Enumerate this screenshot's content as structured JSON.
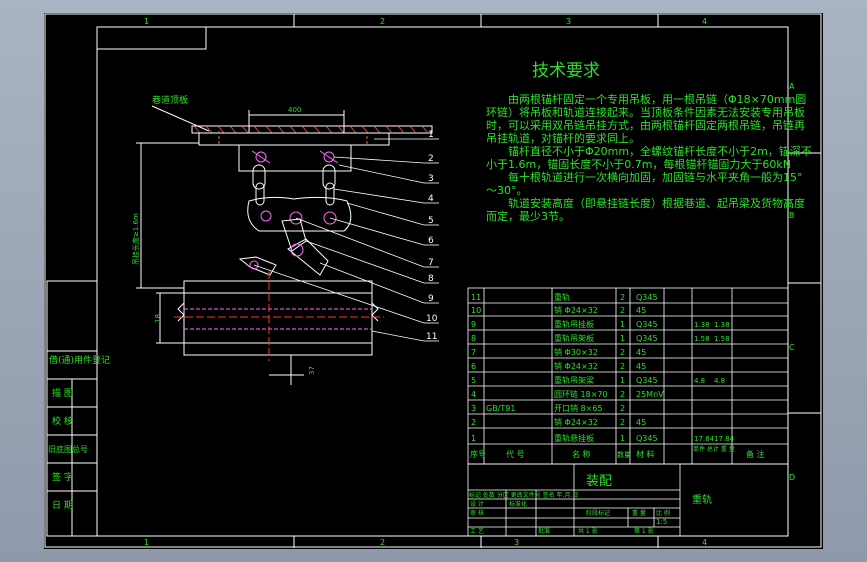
{
  "colors": {
    "background": "#000000",
    "frame": "#ffffff",
    "text": "#2be02b",
    "part_outline": "#ffffff",
    "center_line": "#ff3030",
    "hidden_line": "#ff66ff",
    "leader": "#ffffff"
  },
  "zones": {
    "top": [
      "1",
      "2",
      "3",
      "4"
    ],
    "bottom": [
      "1",
      "2",
      "3",
      "4"
    ],
    "right": [
      "A",
      "B",
      "C",
      "D"
    ]
  },
  "drawing": {
    "label_ceiling": "巷道顶板",
    "dim_width": "400",
    "dim_height": "吊挂长度≥1.6m",
    "dim_rail": "18",
    "dim_small": "37",
    "balloons": [
      "1",
      "2",
      "3",
      "4",
      "5",
      "6",
      "7",
      "8",
      "9",
      "10",
      "11"
    ]
  },
  "tech": {
    "title": "技术要求",
    "paragraphs": [
      "由两根锚杆固定一个专用吊板，用一根吊链（Φ18×70mm圆环链）将吊板和轨道连接起来。当顶板条件因素无法安装专用吊板时，可以采用双吊链吊挂方式，由两根锚杆固定两根吊链，吊链再吊挂轨道，对锚杆的要求同上。",
      "锚杆直径不小于Φ20mm，全螺纹锚杆长度不小于2m，锚深不小于1.6m，锚固长度不小于0.7m，每根锚杆锚固力大于60kN",
      "每十根轨道进行一次横向加固，加固链与水平夹角一般为15°～30°。",
      "轨道安装高度（即悬挂链长度）根据巷道、起吊梁及货物高度而定，最少3节。"
    ]
  },
  "left_block": [
    "借(通)用件登记",
    "描 图",
    "校 核",
    "旧底图总号",
    "签 字",
    "日 期"
  ],
  "bom": {
    "rows": [
      {
        "no": "11",
        "code": "",
        "name": "重轨",
        "qty": "2",
        "mat": "Q345",
        "w1": "",
        "w2": "",
        "note": ""
      },
      {
        "no": "10",
        "code": "",
        "name": "销 Φ24×32",
        "qty": "2",
        "mat": "45",
        "w1": "",
        "w2": "",
        "note": ""
      },
      {
        "no": "9",
        "code": "",
        "name": "重轨吊挂板",
        "qty": "1",
        "mat": "Q345",
        "w1": "1.38",
        "w2": "1.38",
        "note": ""
      },
      {
        "no": "8",
        "code": "",
        "name": "重轨吊架板",
        "qty": "1",
        "mat": "Q345",
        "w1": "1.58",
        "w2": "1.58",
        "note": ""
      },
      {
        "no": "7",
        "code": "",
        "name": "销 Φ30×32",
        "qty": "2",
        "mat": "45",
        "w1": "",
        "w2": "",
        "note": ""
      },
      {
        "no": "6",
        "code": "",
        "name": "销 Φ24×32",
        "qty": "2",
        "mat": "45",
        "w1": "",
        "w2": "",
        "note": ""
      },
      {
        "no": "5",
        "code": "",
        "name": "重轨吊架梁",
        "qty": "1",
        "mat": "Q345",
        "w1": "4.8",
        "w2": "4.8",
        "note": ""
      },
      {
        "no": "4",
        "code": "",
        "name": "圆环链 18×70",
        "qty": "2",
        "mat": "25MnV",
        "w1": "",
        "w2": "",
        "note": ""
      },
      {
        "no": "3",
        "code": "GB/T91",
        "name": "开口销 8×65",
        "qty": "2",
        "mat": "",
        "w1": "",
        "w2": "",
        "note": ""
      },
      {
        "no": "2",
        "code": "",
        "name": "销 Φ24×32",
        "qty": "2",
        "mat": "45",
        "w1": "",
        "w2": "",
        "note": ""
      },
      {
        "no": "1",
        "code": "",
        "name": "重轨悬挂板",
        "qty": "1",
        "mat": "Q345",
        "w1": "17.84",
        "w2": "17.84",
        "note": ""
      }
    ],
    "header": {
      "no": "序号",
      "code": "代 号",
      "name": "名 称",
      "qty": "数量",
      "mat": "材 料",
      "weight": "单件 总计 重 量",
      "note": "备 注"
    }
  },
  "title_block": {
    "title": "装配",
    "drawing_name": "重轨",
    "row_labels": "标记 处数 分区 更改文件号 签名 年.月.日",
    "design": "设 计",
    "standard": "标准化",
    "check": "审 核",
    "process": "工 艺",
    "approve": "批准",
    "stage": "阶段标记",
    "weight": "重 量",
    "scale_label": "比 例",
    "scale": "1:5",
    "sheets": "共 1 张",
    "sheet_no": "第 1 张"
  }
}
